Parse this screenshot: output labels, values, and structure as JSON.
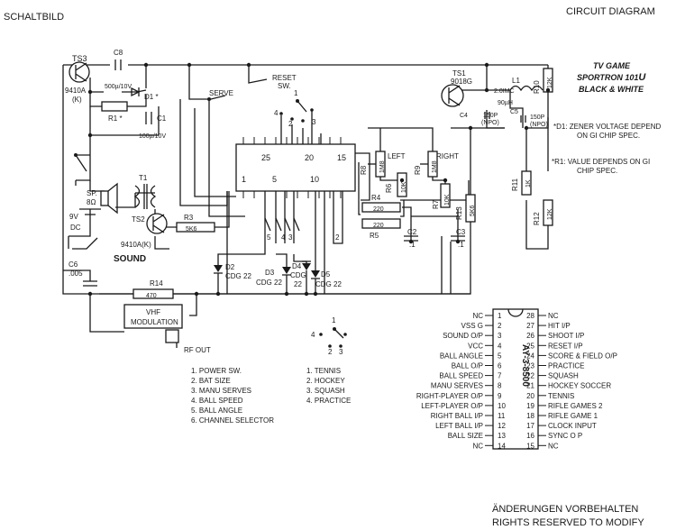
{
  "header": {
    "left_title": "SCHALTBILD",
    "right_title": "CIRCUIT DIAGRAM"
  },
  "product": {
    "line1": "TV GAME",
    "line2": "SPORTRON 101",
    "line2_mark": "U",
    "line3": "BLACK & WHITE"
  },
  "notes": {
    "d1": "*D1: ZENER VOLTAGE DEPEND",
    "d1b": "ON GI CHIP SPEC.",
    "r1": "*R1: VALUE DEPENDS ON GI",
    "r1b": "CHIP SPEC."
  },
  "components": {
    "ts3": "TS3",
    "ts3_type": "9410A",
    "ts3_k": "(K)",
    "c8": "C8",
    "c8_val": "500µ/10V",
    "d1": "D1 *",
    "r1": "R1 *",
    "c1": "C1",
    "c1_val": "100µ/10V",
    "serve": "SERVE",
    "reset": "RESET",
    "reset_sw": "SW.",
    "sp": "SP.",
    "sp_val": "8Ω",
    "t1": "T1",
    "ts2": "TS2",
    "ts2_type": "9410A(K)",
    "batt": "9V",
    "batt_dc": "DC",
    "sound": "SOUND",
    "c6": "C6",
    "c6_val": ".005",
    "r3": "R3",
    "r3_val": "5K6",
    "r14": "R14",
    "r14_val": "470",
    "vhf1": "VHF",
    "vhf2": "MODULATION",
    "rfout": "RF OUT",
    "ts1": "TS1",
    "ts1_type": "9018G",
    "l1": "L1",
    "l1_val": "2.0IMC",
    "l1_val2": "90µH",
    "c4": "C4",
    "c4_val": "150P",
    "c4_val2": "(NPO)",
    "c5": "C5",
    "c5_val": "150P",
    "c5_val2": "(NPO)",
    "r10": "R10",
    "r10_val": "12K",
    "r11": "R11",
    "r11_val": "1K",
    "r12": "R12",
    "r12_val": "12K",
    "r8": "R8",
    "r8_val": "1M8",
    "left": "LEFT",
    "r9": "R9",
    "r9_val": "1M8",
    "right": "RIGHT",
    "r6": "R6",
    "r6_val": "10K",
    "r7": "R7",
    "r7_val": "10K",
    "r4": "R4",
    "r4_val": "220",
    "r5": "R5",
    "r5_val": "220",
    "r13": "R13",
    "r13_val": "5K6",
    "c2": "C2",
    "c2_val": ".1",
    "c3": "C3",
    "c3_val": ".1",
    "d2": "D2",
    "d2_val": "CDG 22",
    "d3": "D3",
    "d3_val": "CDG 22",
    "d4": "D4",
    "d4_val": "CDG",
    "d4_val2": "22",
    "d5": "D5",
    "d5_val": "CDG 22",
    "ic_p25": "25",
    "ic_p20": "20",
    "ic_p15": "15",
    "ic_p1": "1",
    "ic_p5": "5",
    "ic_p10": "10",
    "sw_labels": [
      "5",
      "4",
      "3",
      "2"
    ],
    "pin_sw": [
      "1",
      "4",
      "2",
      "3"
    ]
  },
  "switch_legend": [
    "1. POWER SW.",
    "2. BAT SIZE",
    "3. MANU SERVES",
    "4. BALL SPEED",
    "5. BALL ANGLE",
    "6. CHANNEL SELECTOR"
  ],
  "game_selector": {
    "positions": [
      "1",
      "4",
      "2",
      "3"
    ],
    "legend": [
      "1. TENNIS",
      "2. HOCKEY",
      "3. SQUASH",
      "4. PRACTICE"
    ]
  },
  "chip": {
    "name": "AY-3-8500",
    "left_pins": [
      {
        "label": "NC",
        "num": "1"
      },
      {
        "label": "VSS G",
        "num": "2"
      },
      {
        "label": "SOUND O/P",
        "num": "3"
      },
      {
        "label": "VCC",
        "num": "4"
      },
      {
        "label": "BALL ANGLE",
        "num": "5"
      },
      {
        "label": "BALL O/P",
        "num": "6"
      },
      {
        "label": "BALL SPEED",
        "num": "7"
      },
      {
        "label": "MANU SERVES",
        "num": "8"
      },
      {
        "label": "RIGHT-PLAYER O/P",
        "num": "9"
      },
      {
        "label": "LEFT-PLAYER O/P",
        "num": "10"
      },
      {
        "label": "RIGHT BALL I/P",
        "num": "11"
      },
      {
        "label": "LEFT BALL I/P",
        "num": "12"
      },
      {
        "label": "BALL SIZE",
        "num": "13"
      },
      {
        "label": "NC",
        "num": "14"
      }
    ],
    "right_pins": [
      {
        "num": "28",
        "label": "NC"
      },
      {
        "num": "27",
        "label": "HIT I/P"
      },
      {
        "num": "26",
        "label": "SHOOT I/P"
      },
      {
        "num": "25",
        "label": "RESET I/P"
      },
      {
        "num": "24",
        "label": "SCORE & FIELD O/P"
      },
      {
        "num": "23",
        "label": "PRACTICE"
      },
      {
        "num": "22",
        "label": "SQUASH"
      },
      {
        "num": "21",
        "label": "HOCKEY SOCCER"
      },
      {
        "num": "20",
        "label": "TENNIS"
      },
      {
        "num": "19",
        "label": "RIFLE GAMES 2"
      },
      {
        "num": "18",
        "label": "RIFLE GAME 1"
      },
      {
        "num": "17",
        "label": "CLOCK INPUT"
      },
      {
        "num": "16",
        "label": "SYNC O P"
      },
      {
        "num": "15",
        "label": "NC"
      }
    ]
  },
  "footer": {
    "line1": "ÄNDERUNGEN VORBEHALTEN",
    "line2": "RIGHTS RESERVED TO MODIFY"
  }
}
